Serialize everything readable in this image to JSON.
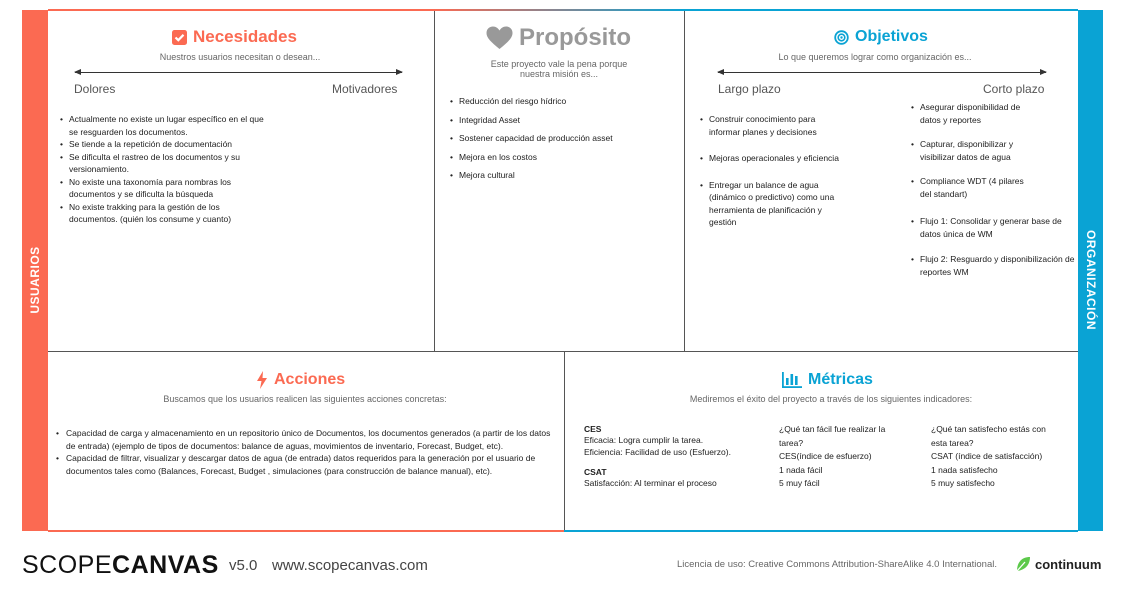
{
  "left_bar": "USUARIOS",
  "right_bar": "ORGANIZACIÓN",
  "colors": {
    "red": "#fb6a52",
    "blue": "#0aa3d4",
    "gray": "#888888"
  },
  "necesidades": {
    "icon": "check-square-icon",
    "title": "Necesidades",
    "subtitle": "Nuestros usuarios necesitan o desean...",
    "scale_left": "Dolores",
    "scale_right": "Motivadores",
    "items": [
      "Actualmente no existe un lugar específico en el que se resguarden los documentos.",
      "Se tiende a la repetición de documentación",
      "Se dificulta el rastreo de los documentos y su versionamiento.",
      "No existe una taxonomía para nombras los documentos  y se dificulta la búsqueda",
      "No existe trakking para la gestión  de los documentos. (quién los consume y cuanto)"
    ]
  },
  "proposito": {
    "icon": "heart-icon",
    "title": "Propósito",
    "subtitle_1": "Este proyecto vale la pena porque",
    "subtitle_2": "nuestra misión es...",
    "items": [
      "Reducción del riesgo hídrico",
      "Integridad Asset",
      "Sostener capacidad de producción asset",
      "Mejora en los costos",
      "Mejora cultural"
    ]
  },
  "objetivos": {
    "icon": "target-icon",
    "title": "Objetivos",
    "subtitle": "Lo que queremos lograr como organización es...",
    "scale_left": "Largo plazo",
    "scale_right": "Corto plazo",
    "left_items": [
      "Construir conocimiento  para informar planes y decisiones",
      "Mejoras operacionales y eficiencia",
      "Entregar un balance de agua (dinámico o predictivo) como una herramienta de planificación y gestión"
    ],
    "right_items": [
      "Asegurar  disponibilidad de datos y reportes",
      "Capturar, disponibilizar y visibilizar datos de agua",
      "Compliance WDT (4 pilares del standart)",
      "Flujo 1: Consolidar y generar base de datos única de WM",
      "Flujo 2: Resguardo y disponibilización de reportes WM"
    ]
  },
  "acciones": {
    "icon": "lightning-icon",
    "title": "Acciones",
    "subtitle": "Buscamos que los usuarios realicen las siguientes acciones concretas:",
    "items": [
      "Capacidad de carga y almacenamiento en un repositorio único de Documentos, los  documentos generados (a partir de los datos de entrada) (ejemplo de tipos de documentos: balance de aguas, movimientos de inventario, Forecast, Budget, etc).",
      "Capacidad de filtrar, visualizar y descargar datos de agua (de entrada)  datos requeridos para la generación por el usuario de documentos tales como (Balances, Forecast, Budget , simulaciones (para construcción de balance manual), etc)."
    ]
  },
  "metricas": {
    "icon": "bar-chart-icon",
    "title": "Métricas",
    "subtitle": "Mediremos el éxito del proyecto a través de los siguientes indicadores:",
    "ces_label": "CES",
    "ces_lines": "Eficacia: Logra cumplir la tarea.\nEficiencia: Facilidad de uso (Esfuerzo).",
    "csat_label": "CSAT",
    "csat_lines": "Satisfacción: Al terminar el proceso",
    "col2": "¿Qué tan fácil fue realizar la\ntarea?\nCES(índice de esfuerzo)\n1 nada fácil\n5 muy fácil",
    "col3": "¿Qué tan satisfecho estás con\nesta tarea?\nCSAT (índice de satisfacción)\n1 nada satisfecho\n5  muy satisfecho"
  },
  "footer": {
    "brand_light": "SCOPE",
    "brand_bold": "CANVAS",
    "version": "v5.0",
    "url": "www.scopecanvas.com",
    "license": "Licencia de uso: Creative Commons Attribution-ShareAlike 4.0 International.",
    "partner": "continuum"
  }
}
